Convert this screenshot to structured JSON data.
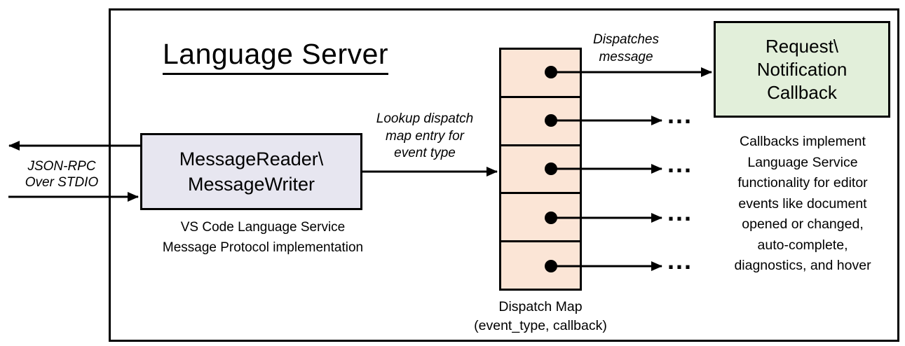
{
  "title": "Language Server",
  "io_label": "JSON-RPC\nOver STDIO",
  "reader_box": {
    "label": "MessageReader\\\nMessageWriter",
    "caption": "VS Code Language Service\nMessage Protocol implementation"
  },
  "lookup_label": "Lookup dispatch\nmap entry for\nevent type",
  "dispatch_label": "Dispatches\nmessage",
  "callback_box": {
    "label": "Request\\\nNotification\nCallback"
  },
  "callback_caption": "Callbacks implement\nLanguage Service\nfunctionality for editor\nevents like document\nopened or changed,\nauto-complete,\ndiagnostics, and hover",
  "dispatch_map": {
    "caption": "Dispatch Map\n(event_type, callback)",
    "cell_count": 5
  },
  "ellipsis": "...",
  "colors": {
    "reader_fill": "#e7e6f0",
    "dispatch_fill": "#fbe5d6",
    "callback_fill": "#e2efda",
    "line": "#000000"
  }
}
